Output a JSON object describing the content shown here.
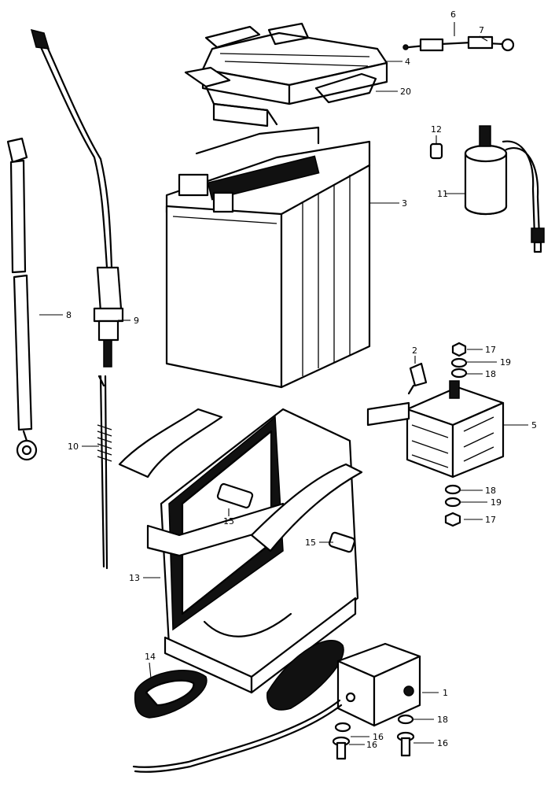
{
  "callouts": [
    {
      "id": "c1",
      "text": "1"
    },
    {
      "id": "c2",
      "text": "2"
    },
    {
      "id": "c3",
      "text": "3"
    },
    {
      "id": "c4",
      "text": "4"
    },
    {
      "id": "c5",
      "text": "5"
    },
    {
      "id": "c6",
      "text": "6"
    },
    {
      "id": "c7",
      "text": "7"
    },
    {
      "id": "c8",
      "text": "8"
    },
    {
      "id": "c9",
      "text": "9"
    },
    {
      "id": "c10",
      "text": "10"
    },
    {
      "id": "c11",
      "text": "11"
    },
    {
      "id": "c12",
      "text": "12"
    },
    {
      "id": "c13",
      "text": "13"
    },
    {
      "id": "c14",
      "text": "14"
    },
    {
      "id": "c15a",
      "text": "15"
    },
    {
      "id": "c15b",
      "text": "15"
    },
    {
      "id": "c16a",
      "text": "16"
    },
    {
      "id": "c16b",
      "text": "16"
    },
    {
      "id": "c16c",
      "text": "16"
    },
    {
      "id": "c17a",
      "text": "17"
    },
    {
      "id": "c17b",
      "text": "17"
    },
    {
      "id": "c18a",
      "text": "18"
    },
    {
      "id": "c18b",
      "text": "18"
    },
    {
      "id": "c18c",
      "text": "18"
    },
    {
      "id": "c19a",
      "text": "19"
    },
    {
      "id": "c19b",
      "text": "19"
    },
    {
      "id": "c20",
      "text": "20"
    }
  ]
}
